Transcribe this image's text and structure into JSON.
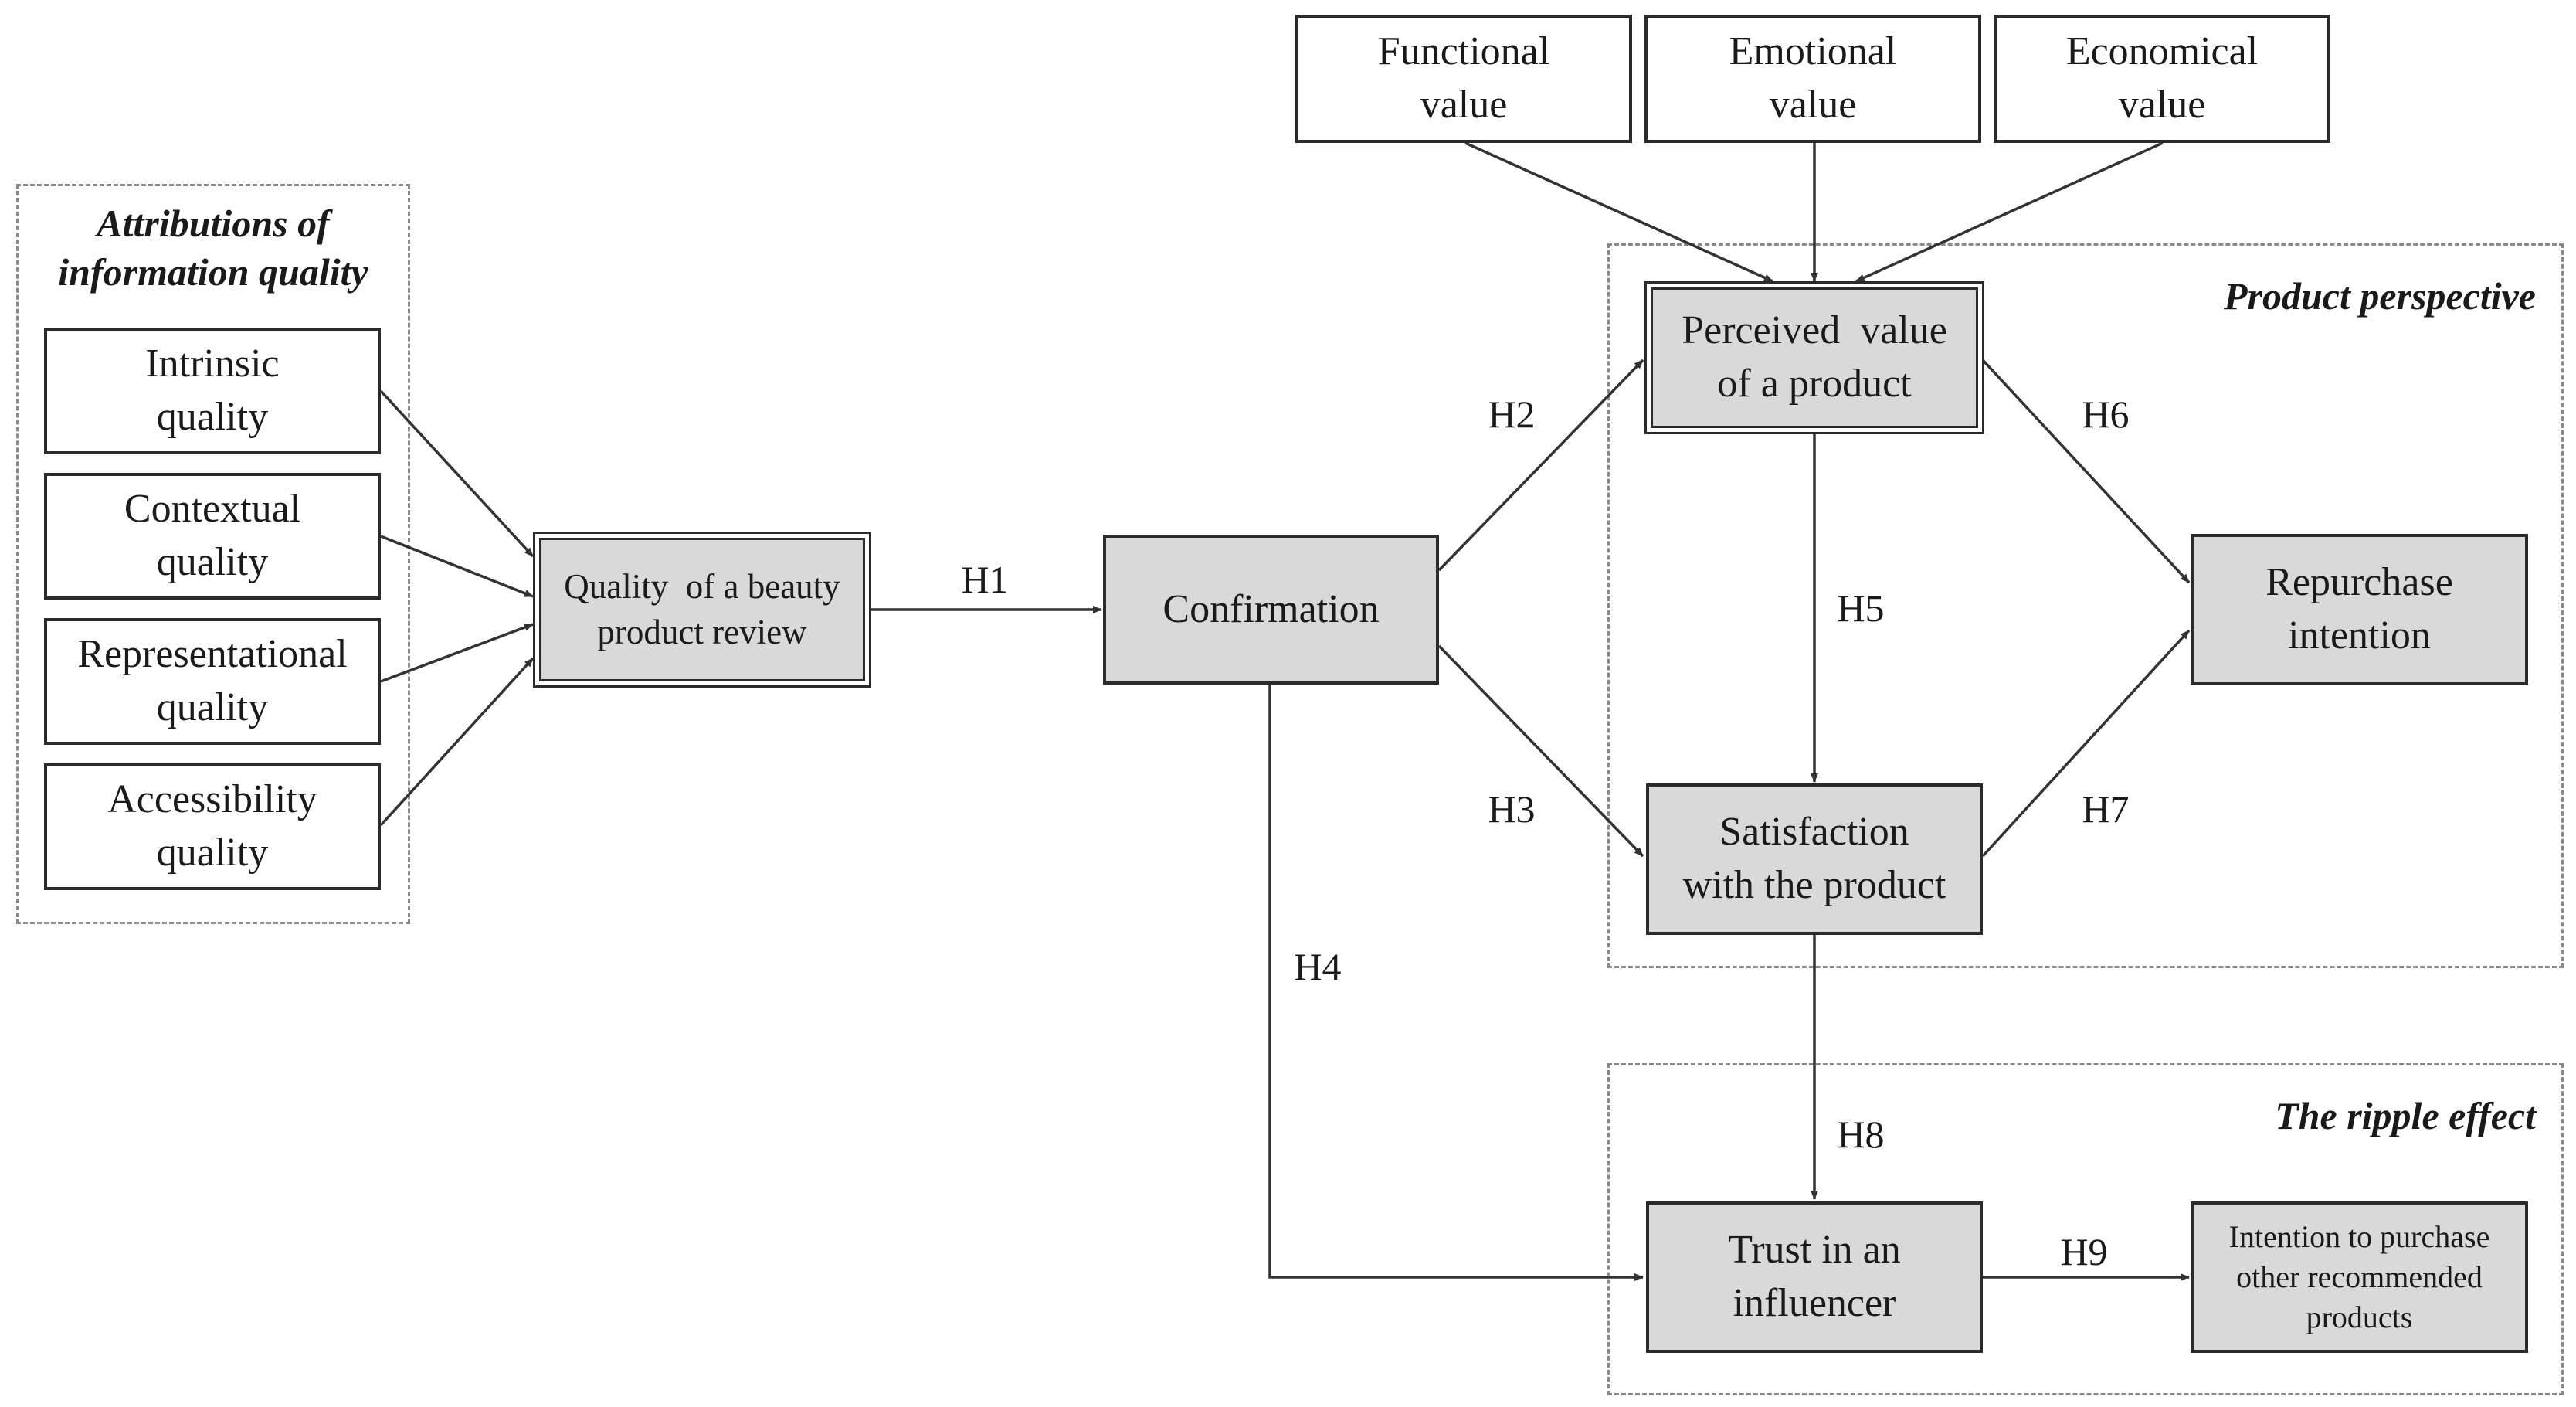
{
  "groups": {
    "attributions": "Attributions of\ninformation quality",
    "product_perspective": "Product perspective",
    "ripple_effect": "The ripple effect"
  },
  "nodes": {
    "intrinsic": "Intrinsic\nquality",
    "contextual": "Contextual\nquality",
    "representational": "Representational\nquality",
    "accessibility": "Accessibility\nquality",
    "review_quality": "Quality  of a beauty\nproduct review",
    "confirmation": "Confirmation",
    "functional": "Functional\nvalue",
    "emotional": "Emotional\nvalue",
    "economical": "Economical\nvalue",
    "perceived_value": "Perceived  value\nof a product",
    "satisfaction": "Satisfaction\nwith the product",
    "repurchase": "Repurchase\nintention",
    "trust": "Trust in an\ninfluencer",
    "intention_other": "Intention to purchase\nother recommended\nproducts"
  },
  "hypotheses": {
    "h1": "H1",
    "h2": "H2",
    "h3": "H3",
    "h4": "H4",
    "h5": "H5",
    "h6": "H6",
    "h7": "H7",
    "h8": "H8",
    "h9": "H9"
  }
}
